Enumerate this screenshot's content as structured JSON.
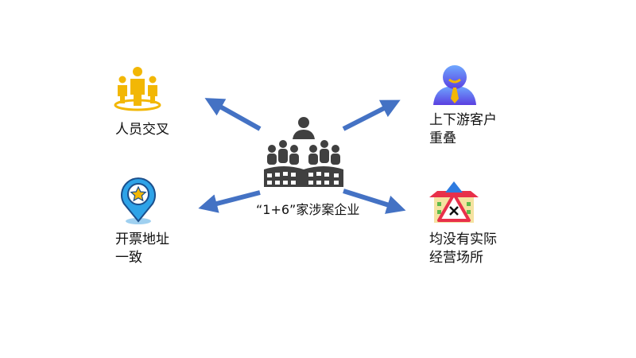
{
  "center": {
    "label": "“1+6”家涉案企业",
    "icon": "enterprise-group-icon"
  },
  "nodes": [
    {
      "id": "people",
      "line1": "人员交叉",
      "line2": "",
      "icon": "people-group-icon"
    },
    {
      "id": "clients",
      "line1": "上下游客户",
      "line2": "重叠",
      "icon": "business-person-icon"
    },
    {
      "id": "address",
      "line1": "开票地址",
      "line2": "一致",
      "icon": "location-pin-star-icon"
    },
    {
      "id": "premises",
      "line1": "均没有实际",
      "line2": "经营场所",
      "icon": "building-warning-icon"
    }
  ],
  "colors": {
    "arrow": "#4472C4",
    "gold": "#F2B705",
    "icon_dark": "#404040"
  }
}
